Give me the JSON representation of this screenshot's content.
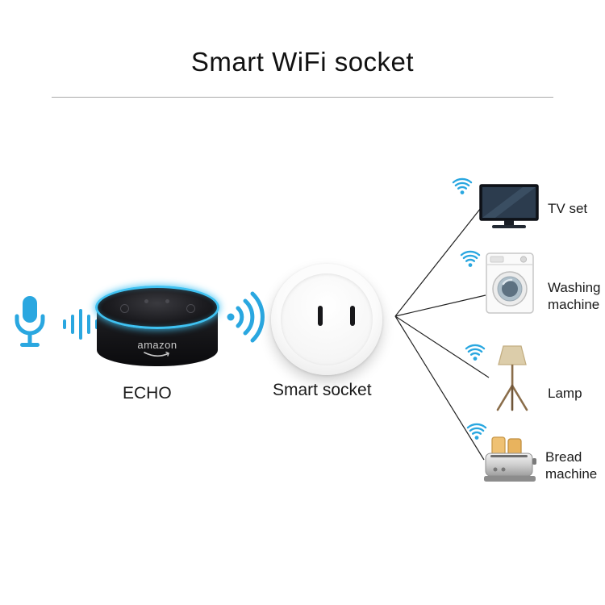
{
  "title": "Smart WiFi socket",
  "echo": {
    "label": "ECHO",
    "brand": "amazon"
  },
  "socket": {
    "label": "Smart socket"
  },
  "devices": [
    {
      "label": "TV set",
      "icon": "tv-icon"
    },
    {
      "label": "Washing machine",
      "icon": "washing-machine-icon"
    },
    {
      "label": "Lamp",
      "icon": "floor-lamp-icon"
    },
    {
      "label": "Bread machine",
      "icon": "toaster-icon"
    }
  ],
  "icons": {
    "microphone": "microphone-icon",
    "sound_waves": "sound-waves-icon",
    "wifi_large": "wifi-signal-icon",
    "wifi_small": "wifi-signal-icon"
  },
  "colors": {
    "accent_blue": "#2aa7e0",
    "ring_cyan": "#3fc2f2",
    "connector_line": "#222222",
    "echo_body": "#141417",
    "socket_white": "#ffffff"
  }
}
